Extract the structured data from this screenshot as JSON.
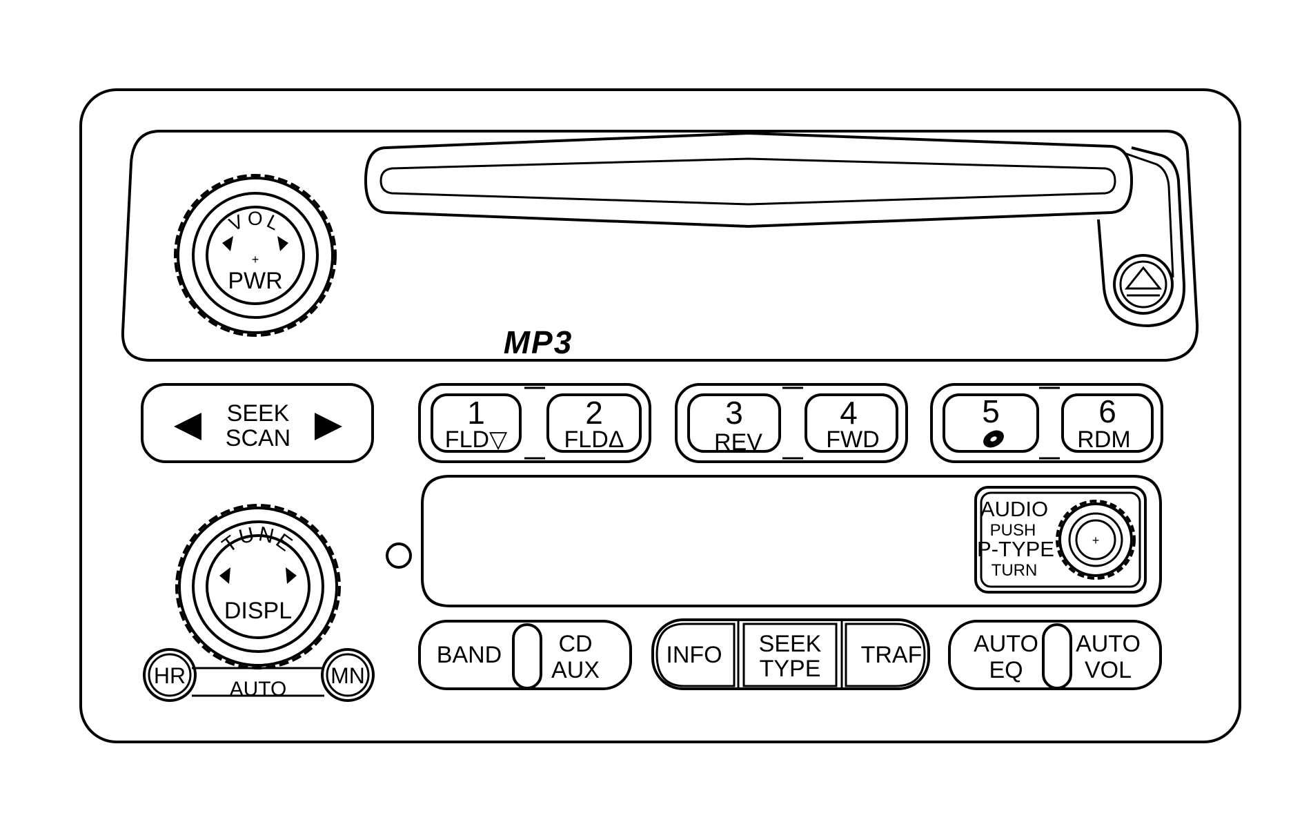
{
  "vol_knob": {
    "label_top": "VOL",
    "plus": "+",
    "label_bottom": "PWR"
  },
  "tune_knob": {
    "label_top": "TUNE",
    "label_bottom": "DISPL"
  },
  "brand_label": "MP3",
  "seek_scan": {
    "line1": "SEEK",
    "line2": "SCAN",
    "left_icon": "triangle-left-icon",
    "right_icon": "triangle-right-icon"
  },
  "presets": [
    {
      "number": "1",
      "sub": "FLD▽"
    },
    {
      "number": "2",
      "sub": "FLDΔ"
    },
    {
      "number": "3",
      "sub": "REV"
    },
    {
      "number": "4",
      "sub": "FWD"
    },
    {
      "number": "5",
      "sub": "",
      "sub_icon": "disc-icon"
    },
    {
      "number": "6",
      "sub": "RDM"
    }
  ],
  "audio_knob": {
    "line1": "AUDIO",
    "line2": "PUSH",
    "line3": "P-TYPE",
    "line4": "TURN",
    "plus": "+"
  },
  "clock": {
    "hr": "HR",
    "auto": "AUTO",
    "mn": "MN"
  },
  "bottom_buttons": {
    "band": "BAND",
    "cd_aux_line1": "CD",
    "cd_aux_line2": "AUX",
    "info": "INFO",
    "seek_type_line1": "SEEK",
    "seek_type_line2": "TYPE",
    "traf": "TRAF",
    "auto_eq_line1": "AUTO",
    "auto_eq_line2": "EQ",
    "auto_vol_line1": "AUTO",
    "auto_vol_line2": "VOL"
  },
  "eject_icon": "eject-icon",
  "colors": {
    "line": "#000000",
    "background": "#ffffff"
  }
}
